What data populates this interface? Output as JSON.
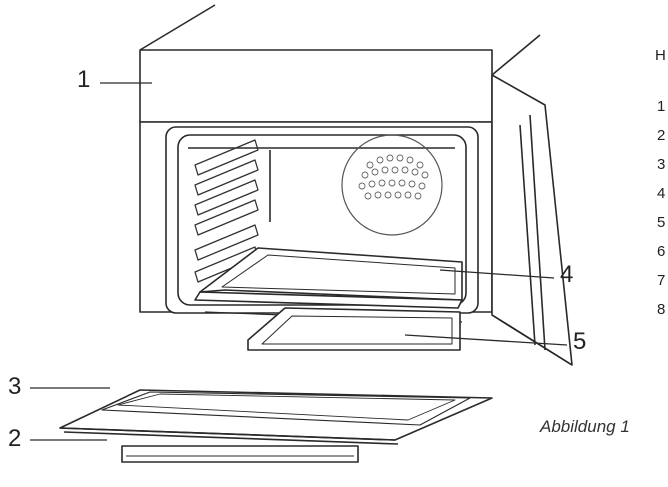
{
  "callouts": [
    {
      "label": "1"
    },
    {
      "label": "2"
    },
    {
      "label": "3"
    },
    {
      "label": "4"
    },
    {
      "label": "5"
    }
  ],
  "side_list": {
    "heading": "H",
    "numbers": [
      "1",
      "2",
      "3",
      "4",
      "5",
      "6",
      "7",
      "8"
    ]
  },
  "caption": "Abbildung 1"
}
